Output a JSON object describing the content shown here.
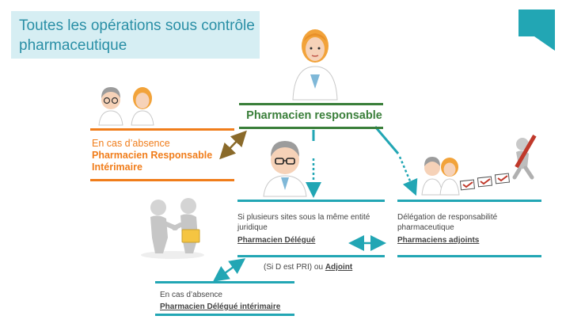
{
  "title": "Toutes les opérations sous contrôle pharmaceutique",
  "responsable": {
    "label": "Pharmacien responsable"
  },
  "absence_responsable": {
    "line1": "En cas d’absence",
    "line2": "Pharmacien Responsable",
    "line3": "Intérimaire"
  },
  "delegue": {
    "text": "Si plusieurs sites sous la même entité juridique",
    "role": "Pharmacien Délégué"
  },
  "adjoints": {
    "text": "Délégation de responsabilité pharmaceutique",
    "role": "Pharmaciens adjoints"
  },
  "si_d_pri": {
    "prefix": "(Si D est PRI) ou",
    "link": "Adjoint"
  },
  "absence_delegue": {
    "line1": "En cas d’absence",
    "role": "Pharmacien Délégué intérimaire"
  },
  "colors": {
    "green": "#3a7f3a",
    "orange": "#f07d1b",
    "teal": "#22a6b4",
    "title_bg": "#d6eef3",
    "title_text": "#2a8fa6"
  },
  "icons": [
    "female-pharmacist-icon",
    "male-pharmacist-icon",
    "handshake-figures-icon",
    "checklist-figure-icon",
    "corner-ribbon-icon"
  ]
}
